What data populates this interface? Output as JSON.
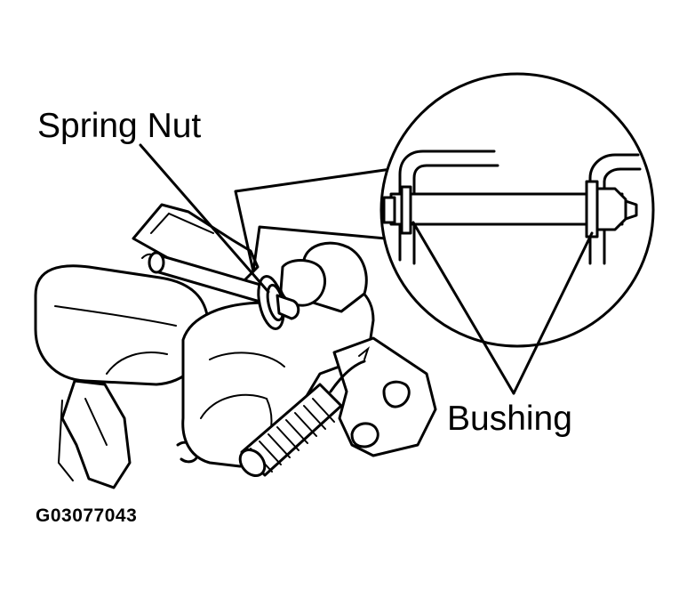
{
  "labels": {
    "spring_nut": "Spring Nut",
    "bushing": "Bushing",
    "figure_code": "G03077043"
  },
  "colors": {
    "ink": "#000000",
    "paper": "#ffffff"
  }
}
